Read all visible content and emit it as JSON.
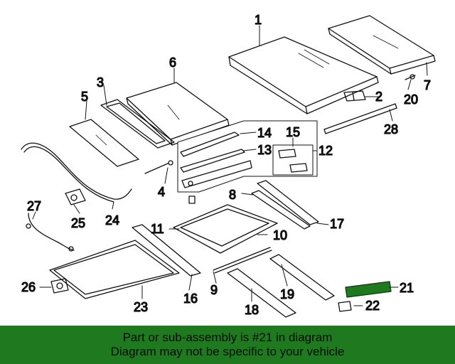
{
  "diagram": {
    "highlighted_part": "21",
    "highlight_color": "#1f7a1f",
    "callouts": [
      "1",
      "2",
      "3",
      "4",
      "5",
      "6",
      "7",
      "8",
      "9",
      "10",
      "11",
      "12",
      "13",
      "14",
      "15",
      "16",
      "17",
      "18",
      "19",
      "20",
      "21",
      "22",
      "23",
      "24",
      "25",
      "26",
      "27",
      "28"
    ]
  },
  "footer": {
    "background": "#1f7a1f",
    "line1": "Part or sub-assembly is #21 in diagram",
    "line2": "Diagram may not be specific to your vehicle"
  }
}
